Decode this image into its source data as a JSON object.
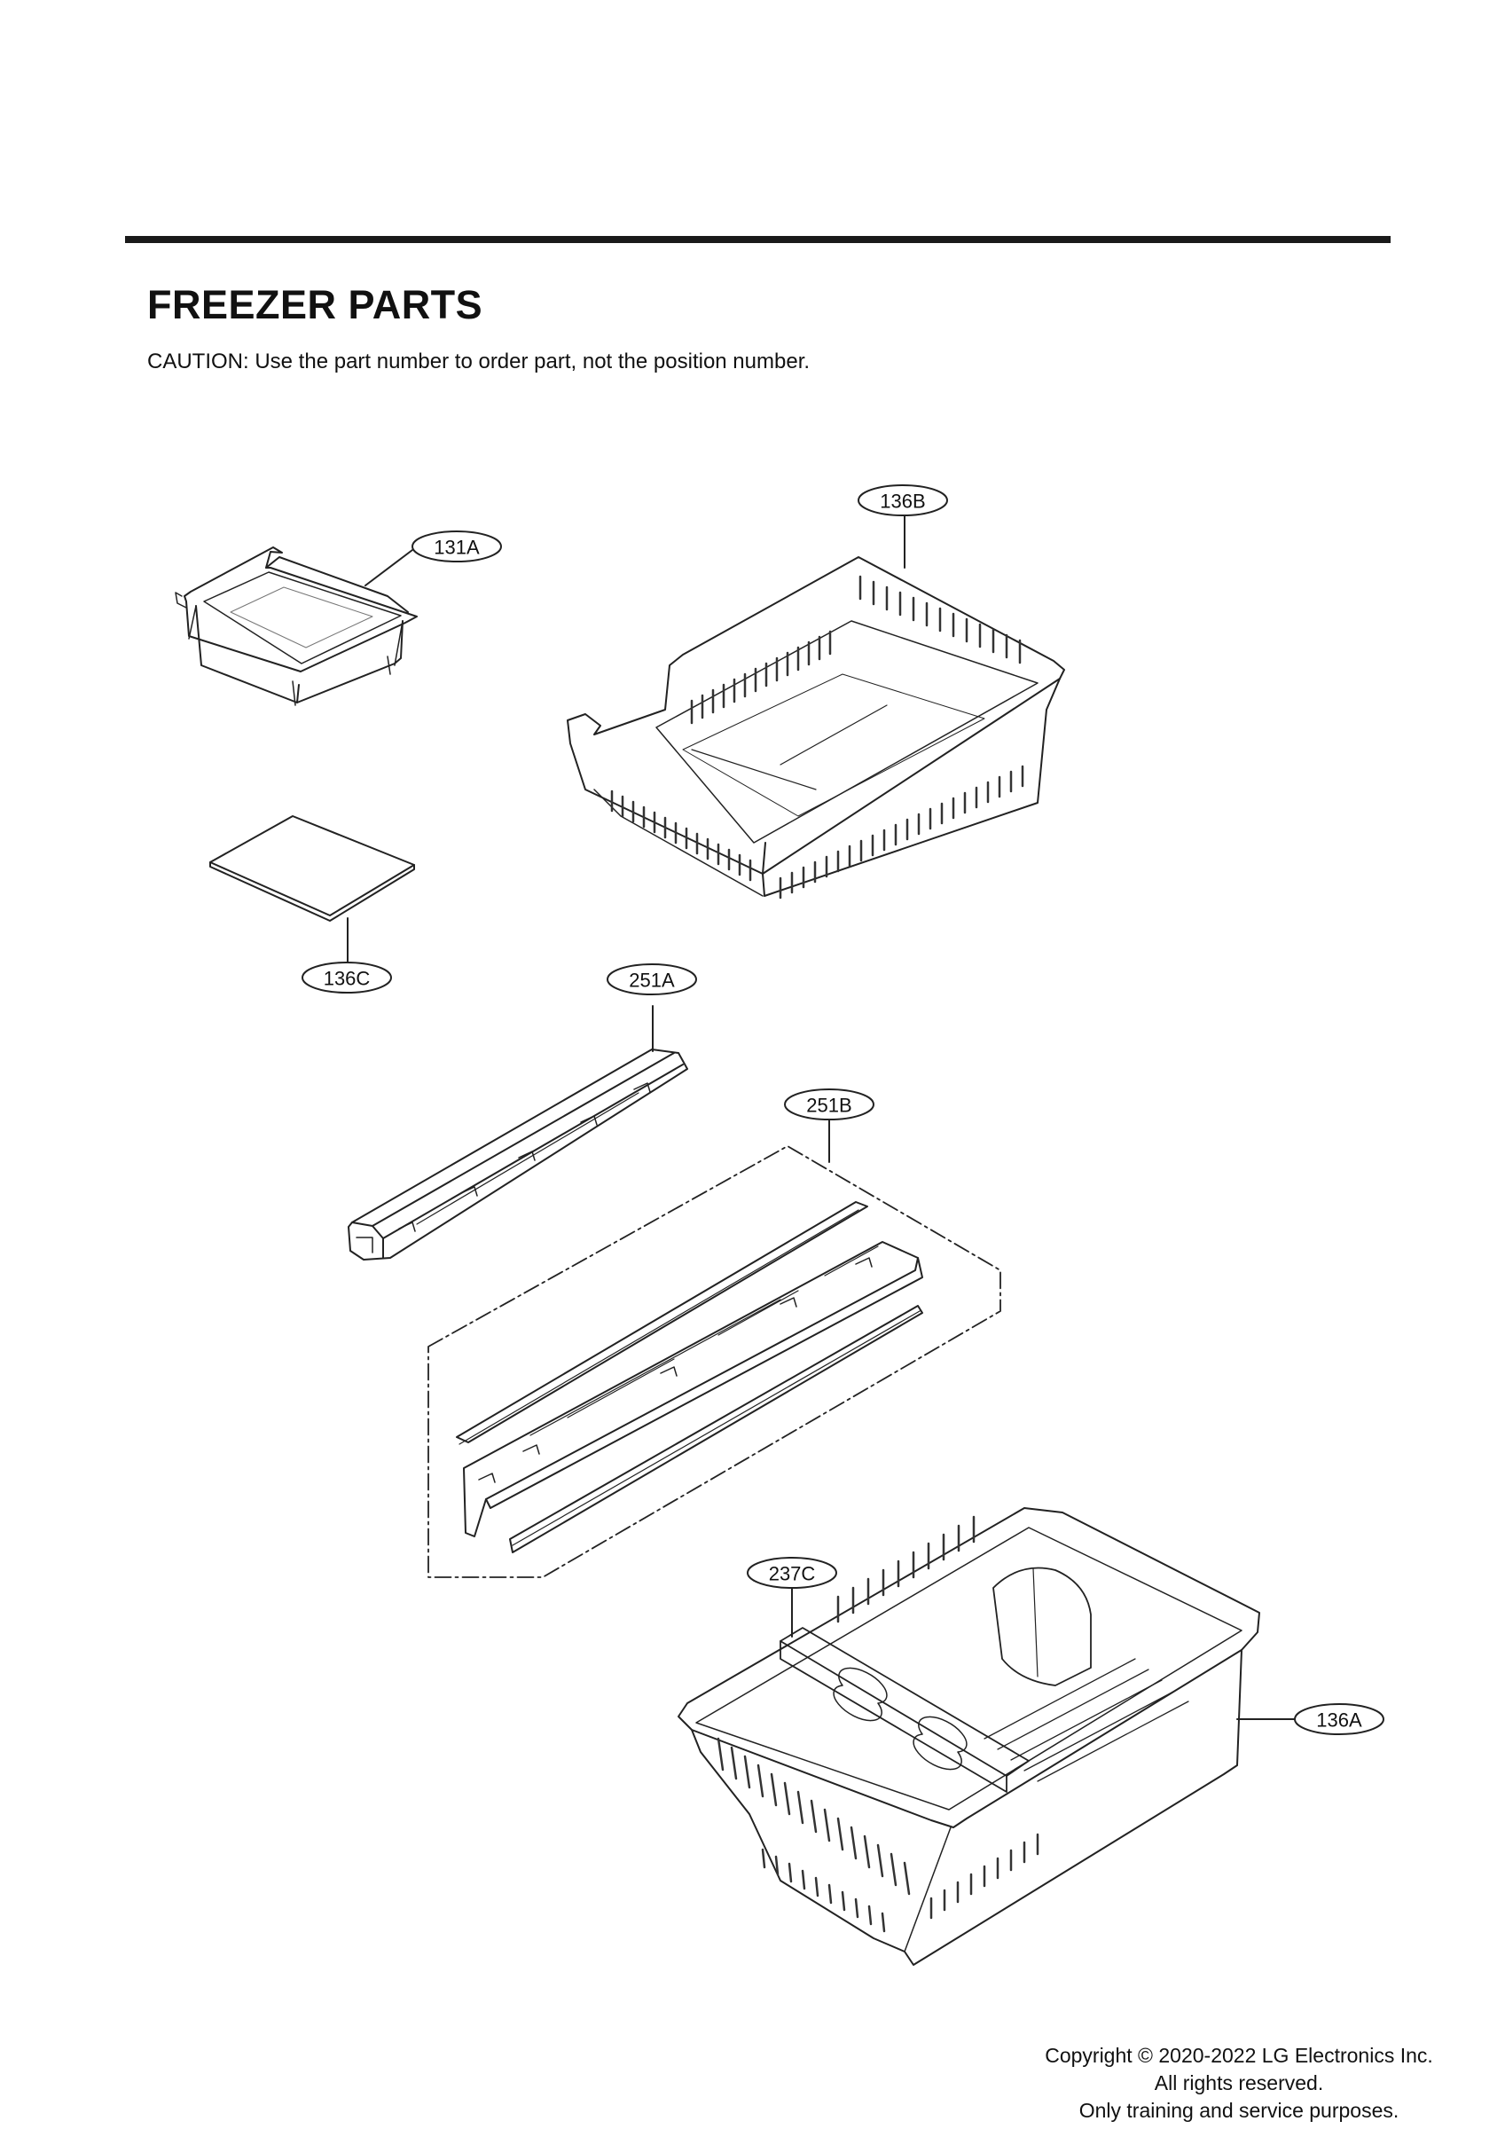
{
  "header": {
    "title": "FREEZER PARTS",
    "caution": "CAUTION: Use the part number to order part, not the position number."
  },
  "callouts": {
    "c131A": "131A",
    "c136B": "136B",
    "c136C": "136C",
    "c251A": "251A",
    "c251B": "251B",
    "c237C": "237C",
    "c136A": "136A"
  },
  "footer": {
    "line1": "Copyright © 2020-2022 LG Electronics Inc.",
    "line2": "All rights reserved.",
    "line3": "Only training and service purposes."
  }
}
